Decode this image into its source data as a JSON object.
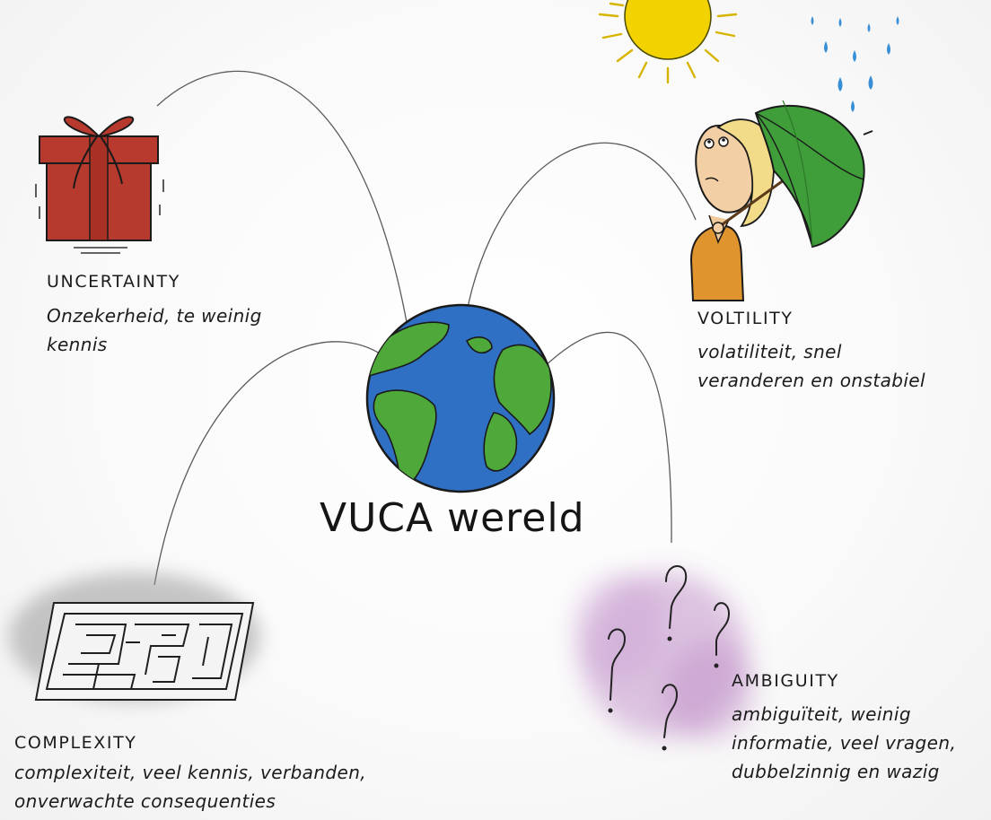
{
  "title": "VUCA wereld",
  "items": {
    "uncertainty": {
      "heading": "UNCERTAINTY",
      "lines": [
        "Onzekerheid, te weinig",
        "kennis"
      ]
    },
    "volatility": {
      "heading": "VOLTILITY",
      "lines": [
        "volatiliteit, snel",
        "veranderen en onstabiel"
      ]
    },
    "complexity": {
      "heading": "COMPLEXITY",
      "lines": [
        "complexiteit, veel kennis, verbanden,",
        "onverwachte consequenties"
      ]
    },
    "ambiguity": {
      "heading": "AMBIGUITY",
      "lines": [
        "ambiguïteit, weinig",
        "informatie, veel vragen,",
        "dubbelzinnig en wazig"
      ]
    }
  },
  "icons": [
    "gift-icon",
    "sun-icon",
    "rain-icon",
    "person-with-umbrella-icon",
    "globe-icon",
    "maze-icon",
    "question-marks-icon"
  ],
  "colors": {
    "gift": "#b83a2e",
    "sun": "#f2d200",
    "rain": "#3a8fd4",
    "umbrella": "#3f9d3a",
    "ocean": "#2f6fc4",
    "land": "#4fa83a",
    "fog": "#b77fc0"
  }
}
